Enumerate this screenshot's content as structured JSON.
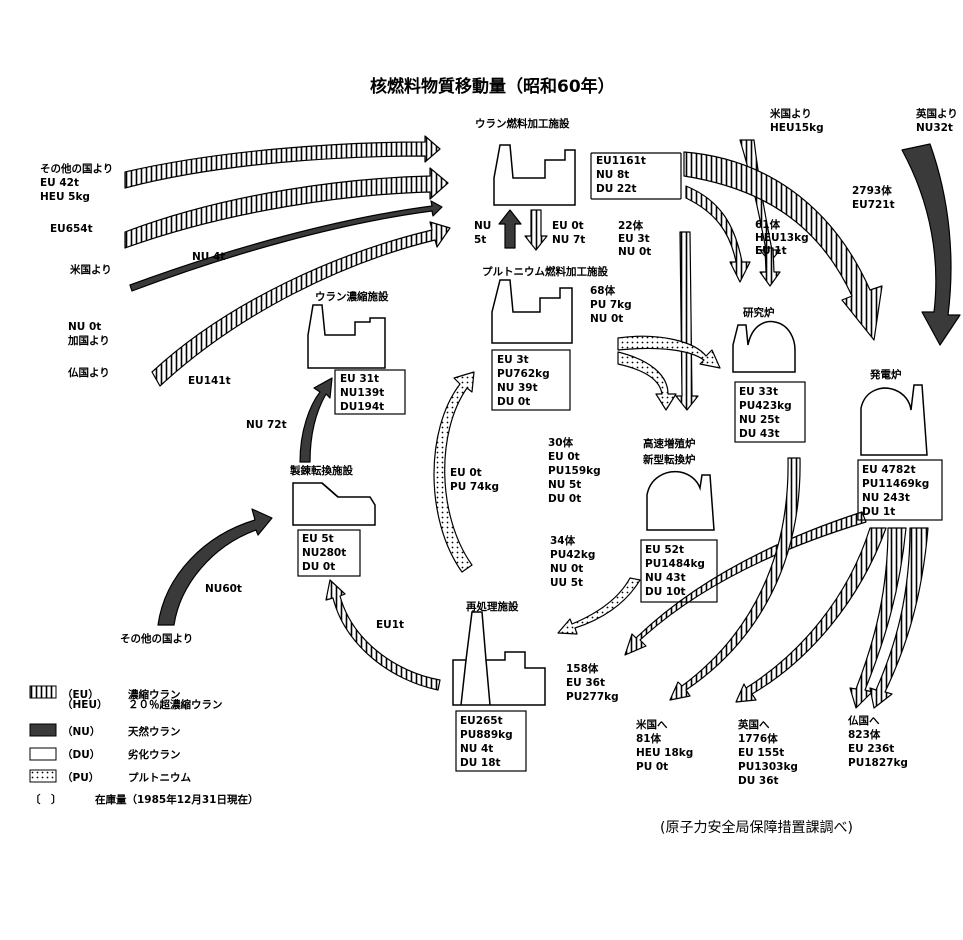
{
  "title": "核燃料物質移動量（昭和60年）",
  "source": "(原子力安全局保障措置課調べ)",
  "facilities": {
    "conversion": {
      "name": "ウラン燃料加工施設",
      "inventory": [
        "EU1161t",
        "NU 8t",
        "DU 22t"
      ]
    },
    "pu_fuel": {
      "name": "プルトニウム燃料加工施設",
      "inventory": [
        "EU 3t",
        "PU762kg",
        "NU 39t",
        "DU 0t"
      ]
    },
    "enrichment": {
      "name": "ウラン濃縮施設",
      "inventory": [
        "EU 31t",
        "NU139t",
        "DU194t"
      ]
    },
    "refining": {
      "name": "製錬転換施設",
      "inventory": [
        "EU 5t",
        "NU280t",
        "DU 0t"
      ]
    },
    "research": {
      "name": "研究炉",
      "inventory": [
        "EU 33t",
        "PU423kg",
        "NU 25t",
        "DU 43t"
      ]
    },
    "fbr": {
      "name": "高速増殖炉",
      "name2": "新型転換炉",
      "inventory": [
        "EU 52t",
        "PU1484kg",
        "NU 43t",
        "DU 10t"
      ]
    },
    "power": {
      "name": "発電炉",
      "inventory": [
        "EU 4782t",
        "PU11469kg",
        "NU 243t",
        "DU 1t"
      ]
    },
    "reprocessing": {
      "name": "再処理施設",
      "inventory": [
        "EU265t",
        "PU889kg",
        "NU 4t",
        "DU 18t"
      ]
    }
  },
  "flows": {
    "other_top": [
      "その他の国より",
      "EU 42t",
      "HEU 5kg"
    ],
    "eu654": [
      "EU654t"
    ],
    "nu4": [
      "NU 4t"
    ],
    "us_from": [
      "米国より"
    ],
    "nu0_canada": [
      "NU 0t",
      "加国より"
    ],
    "france": [
      "仏国より"
    ],
    "eu141": [
      "EU141t"
    ],
    "us_heu": [
      "米国より",
      "HEU15kg"
    ],
    "uk_nu": [
      "英国より",
      "NU32t"
    ],
    "eu721": [
      "2793体",
      "EU721t"
    ],
    "research_in": [
      "61体",
      "HEU13kg",
      "EU 1t"
    ],
    "nu5": [
      "NU",
      "5t"
    ],
    "eu0nu7": [
      "EU 0t",
      "NU 7t"
    ],
    "f22": [
      "22体",
      "EU 3t",
      "NU 0t"
    ],
    "f68": [
      "68体",
      "PU 7kg",
      "NU 0t"
    ],
    "nu72": [
      "NU 72t"
    ],
    "eu0pu74": [
      "EU 0t",
      "PU 74kg"
    ],
    "f30": [
      "30体",
      "EU 0t",
      "PU159kg",
      "NU 5t",
      "DU 0t"
    ],
    "f34": [
      "34体",
      "PU42kg",
      "NU 0t",
      "UU 5t"
    ],
    "nu60": [
      "NU60t"
    ],
    "other_bottom": [
      "その他の国より"
    ],
    "eu1": [
      "EU1t"
    ],
    "f158": [
      "158体",
      "EU 36t",
      "PU277kg"
    ],
    "to_us": [
      "米国へ",
      "81体",
      "HEU 18kg",
      "PU 0t"
    ],
    "to_uk": [
      "英国へ",
      "1776体",
      "EU 155t",
      "PU1303kg",
      "DU 36t"
    ],
    "to_fr": [
      "仏国へ",
      "823体",
      "EU 236t",
      "PU1827kg"
    ]
  },
  "legend": [
    {
      "code": "（EU）",
      "desc": "濃縮ウラン",
      "pattern": "hatch"
    },
    {
      "code": "（HEU）",
      "desc": "２０％超濃縮ウラン",
      "pattern": "hatch"
    },
    {
      "code": "（NU）",
      "desc": "天然ウラン",
      "pattern": "dark"
    },
    {
      "code": "（DU）",
      "desc": "劣化ウラン",
      "pattern": "white"
    },
    {
      "code": "（PU）",
      "desc": "プルトニウム",
      "pattern": "dots"
    },
    {
      "code": "〔　〕",
      "desc": "在庫量（1985年12月31日現在）",
      "pattern": "none"
    }
  ],
  "colors": {
    "ink": "#000000",
    "nu_fill": "#3a3a3a",
    "paper": "#ffffff"
  }
}
